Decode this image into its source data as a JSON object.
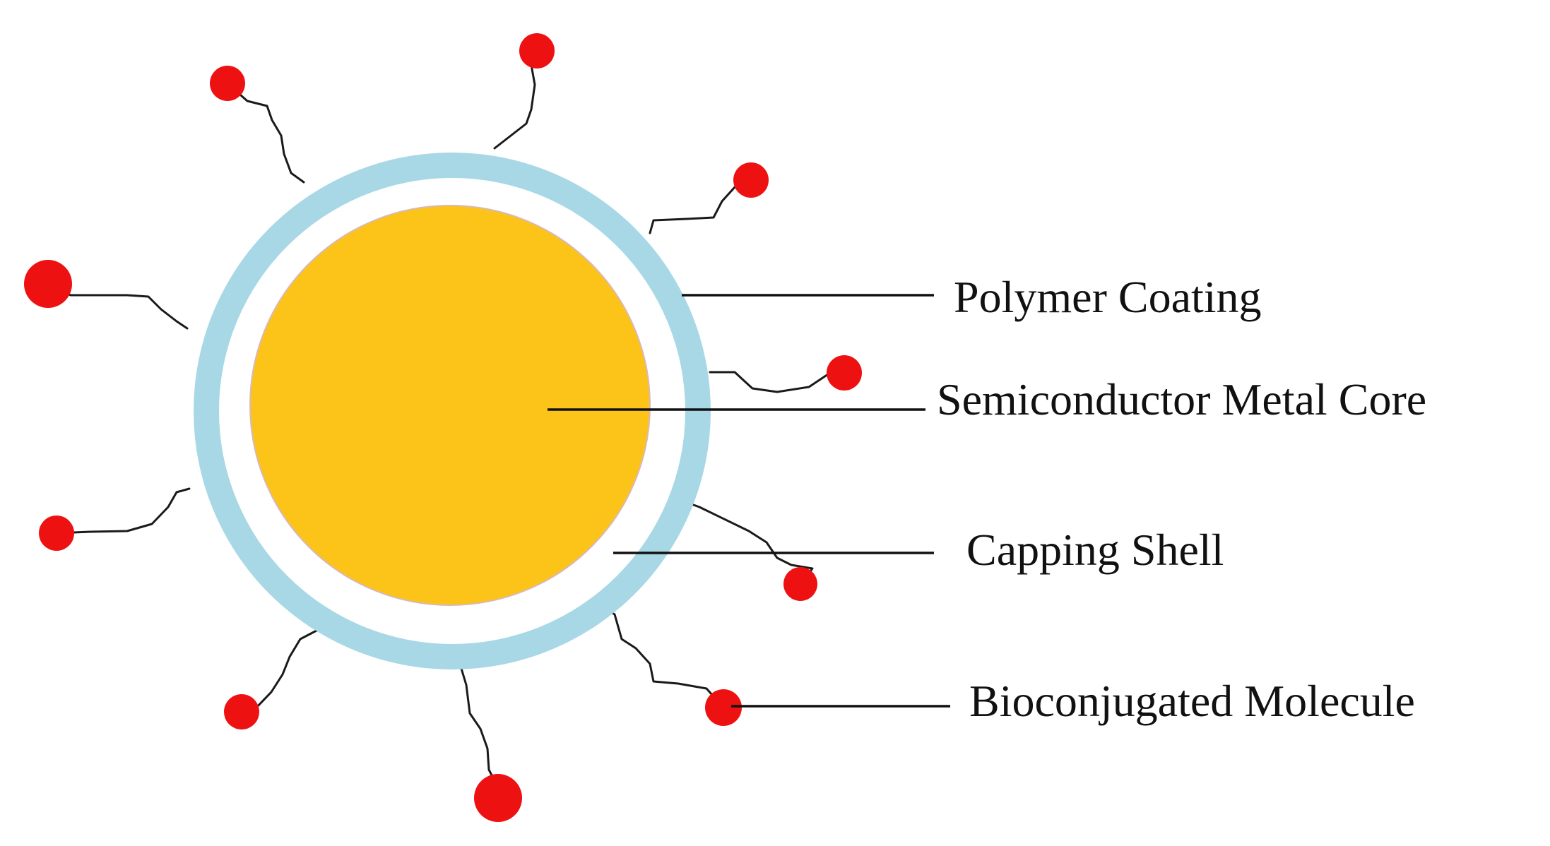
{
  "colors": {
    "polymer_coating": "#a8d8e6",
    "capping_shell": "#ffffff",
    "core": "#fcc419",
    "core_outline": "#d9b8b8",
    "bioconjugated_molecule": "#ee1111",
    "tether": "#1a1a1a",
    "leader_line": "#111111",
    "text": "#111111"
  },
  "labels": {
    "polymer_coating": "Polymer Coating",
    "semiconductor_metal_core": "Semiconductor Metal Core",
    "capping_shell": "Capping Shell",
    "bioconjugated_molecule": "Bioconjugated Molecule"
  }
}
